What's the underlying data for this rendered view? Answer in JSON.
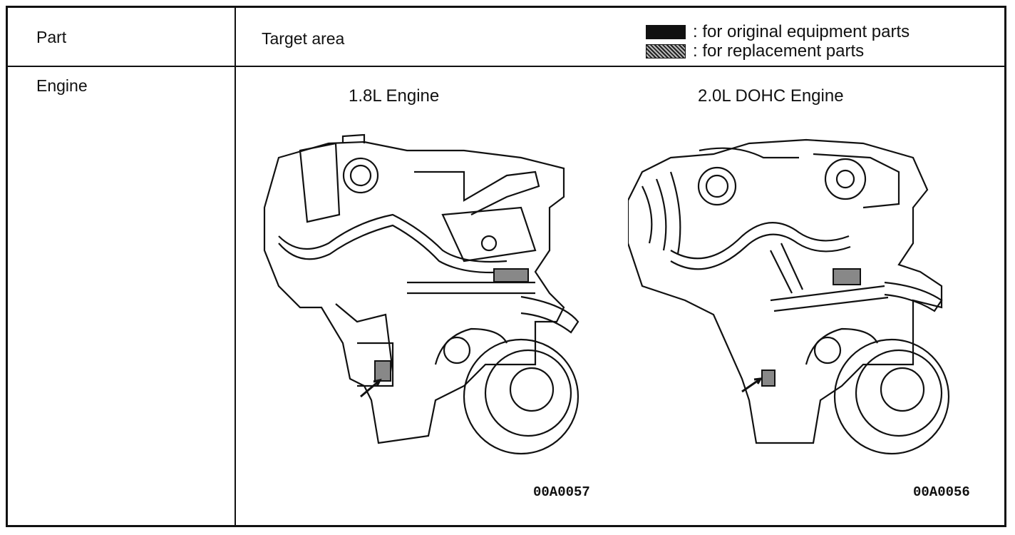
{
  "header": {
    "part_label": "Part",
    "target_label": "Target area",
    "legend": [
      {
        "text": ": for original equipment parts",
        "swatch": "solid",
        "color": "#111111"
      },
      {
        "text": ": for replacement parts",
        "swatch": "hatched",
        "color": "#777777"
      }
    ]
  },
  "row": {
    "part": "Engine",
    "figures": [
      {
        "title": "1.8L Engine",
        "code": "00A0057"
      },
      {
        "title": "2.0L DOHC Engine",
        "code": "00A0056"
      }
    ]
  }
}
